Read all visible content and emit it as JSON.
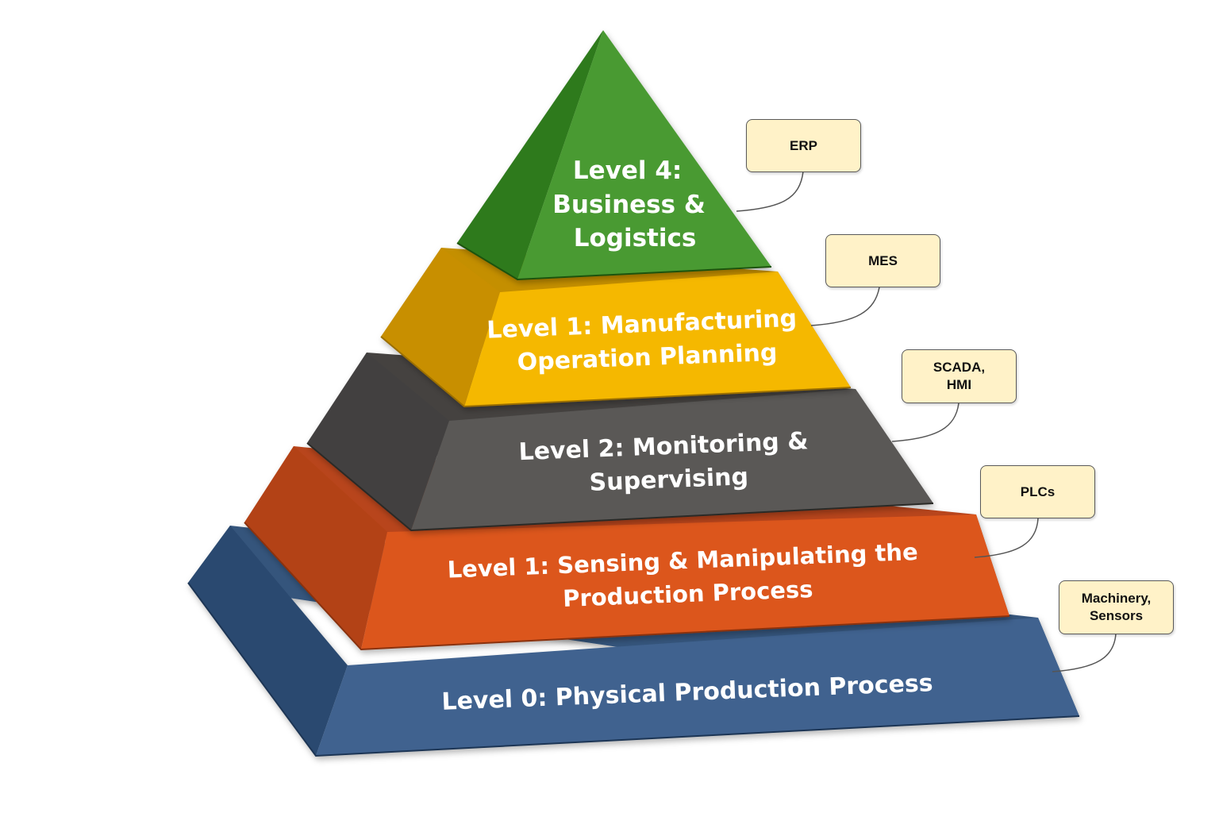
{
  "pyramid": {
    "tiers": [
      {
        "id": "level-4",
        "lines": [
          "Level 4:",
          "Business &",
          "Logistics"
        ],
        "color": "#4a9a30"
      },
      {
        "id": "level-3",
        "lines": [
          "Level 1: Manufacturing",
          "Operation Planning"
        ],
        "color": "#f5b800"
      },
      {
        "id": "level-2",
        "lines": [
          "Level 2: Monitoring &",
          "Supervising"
        ],
        "color": "#5a5856"
      },
      {
        "id": "level-1",
        "lines": [
          "Level 1: Sensing & Manipulating the",
          "Production Process"
        ],
        "color": "#dc561e"
      },
      {
        "id": "level-0",
        "lines": [
          "Level 0: Physical Production Process"
        ],
        "color": "#3f628f"
      }
    ]
  },
  "callouts": [
    {
      "tier": "level-4",
      "text": "ERP"
    },
    {
      "tier": "level-3",
      "text": "MES"
    },
    {
      "tier": "level-2",
      "text": "SCADA,\nHMI"
    },
    {
      "tier": "level-1",
      "text": "PLCs"
    },
    {
      "tier": "level-0",
      "text": "Machinery,\nSensors"
    }
  ]
}
